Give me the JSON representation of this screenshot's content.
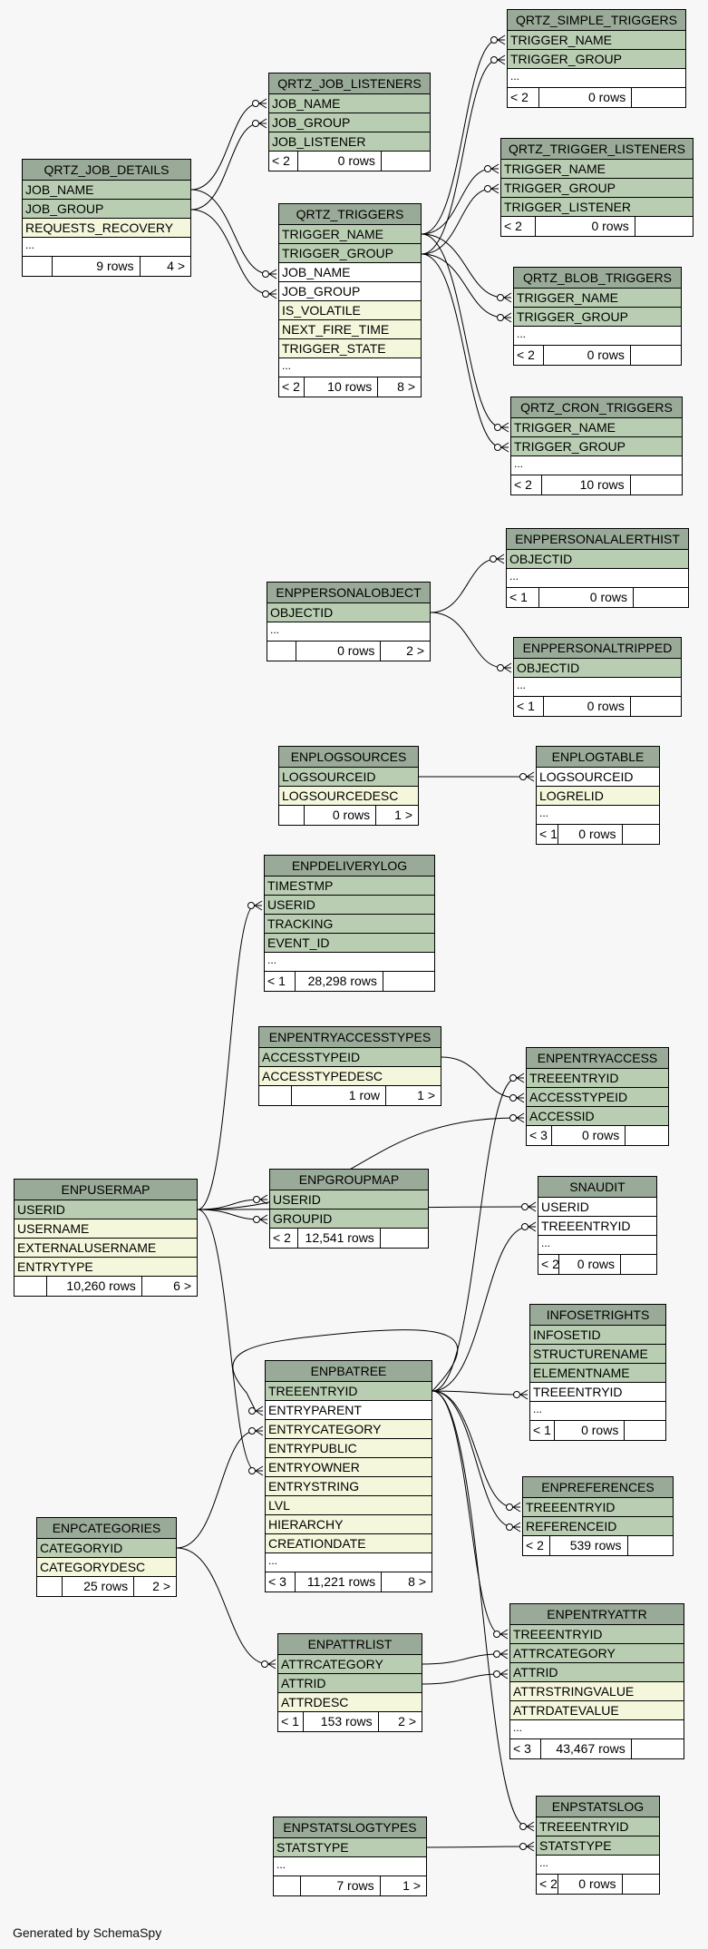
{
  "footer": "Generated by SchemaSpy",
  "colors": {
    "header": "#9aaa98",
    "pk": "#b9cdb2",
    "fk": "#ffffff",
    "plain": "#f4f7dc"
  },
  "tables": [
    {
      "id": "QRTZ_SIMPLE_TRIGGERS",
      "name": "QRTZ_SIMPLE_TRIGGERS",
      "cols": [
        [
          "TRIGGER_NAME",
          "pk"
        ],
        [
          "TRIGGER_GROUP",
          "pk"
        ],
        [
          "...",
          "more"
        ]
      ],
      "parents": "< 2",
      "rows": "0 rows",
      "children": ""
    },
    {
      "id": "QRTZ_JOB_LISTENERS",
      "name": "QRTZ_JOB_LISTENERS",
      "cols": [
        [
          "JOB_NAME",
          "pk"
        ],
        [
          "JOB_GROUP",
          "pk"
        ],
        [
          "JOB_LISTENER",
          "pk"
        ]
      ],
      "parents": "< 2",
      "rows": "0 rows",
      "children": ""
    },
    {
      "id": "QRTZ_JOB_DETAILS",
      "name": "QRTZ_JOB_DETAILS",
      "cols": [
        [
          "JOB_NAME",
          "pk"
        ],
        [
          "JOB_GROUP",
          "pk"
        ],
        [
          "REQUESTS_RECOVERY",
          "plain"
        ],
        [
          "...",
          "more"
        ]
      ],
      "parents": "",
      "rows": "9 rows",
      "children": "4 >"
    },
    {
      "id": "QRTZ_TRIGGER_LISTENERS",
      "name": "QRTZ_TRIGGER_LISTENERS",
      "cols": [
        [
          "TRIGGER_NAME",
          "pk"
        ],
        [
          "TRIGGER_GROUP",
          "pk"
        ],
        [
          "TRIGGER_LISTENER",
          "pk"
        ]
      ],
      "parents": "< 2",
      "rows": "0 rows",
      "children": ""
    },
    {
      "id": "QRTZ_TRIGGERS",
      "name": "QRTZ_TRIGGERS",
      "cols": [
        [
          "TRIGGER_NAME",
          "pk"
        ],
        [
          "TRIGGER_GROUP",
          "pk"
        ],
        [
          "JOB_NAME",
          "fk"
        ],
        [
          "JOB_GROUP",
          "fk"
        ],
        [
          "IS_VOLATILE",
          "plain"
        ],
        [
          "NEXT_FIRE_TIME",
          "plain"
        ],
        [
          "TRIGGER_STATE",
          "plain"
        ],
        [
          "...",
          "more"
        ]
      ],
      "parents": "< 2",
      "rows": "10 rows",
      "children": "8 >"
    },
    {
      "id": "QRTZ_BLOB_TRIGGERS",
      "name": "QRTZ_BLOB_TRIGGERS",
      "cols": [
        [
          "TRIGGER_NAME",
          "pk"
        ],
        [
          "TRIGGER_GROUP",
          "pk"
        ],
        [
          "...",
          "more"
        ]
      ],
      "parents": "< 2",
      "rows": "0 rows",
      "children": ""
    },
    {
      "id": "QRTZ_CRON_TRIGGERS",
      "name": "QRTZ_CRON_TRIGGERS",
      "cols": [
        [
          "TRIGGER_NAME",
          "pk"
        ],
        [
          "TRIGGER_GROUP",
          "pk"
        ],
        [
          "...",
          "more"
        ]
      ],
      "parents": "< 2",
      "rows": "10 rows",
      "children": ""
    },
    {
      "id": "ENPPERSONALALERTHIST",
      "name": "ENPPERSONALALERTHIST",
      "cols": [
        [
          "OBJECTID",
          "pk"
        ],
        [
          "...",
          "more"
        ]
      ],
      "parents": "< 1",
      "rows": "0 rows",
      "children": ""
    },
    {
      "id": "ENPPERSONALOBJECT",
      "name": "ENPPERSONALOBJECT",
      "cols": [
        [
          "OBJECTID",
          "pk"
        ],
        [
          "...",
          "more"
        ]
      ],
      "parents": "",
      "rows": "0 rows",
      "children": "2 >"
    },
    {
      "id": "ENPPERSONALTRIPPED",
      "name": "ENPPERSONALTRIPPED",
      "cols": [
        [
          "OBJECTID",
          "pk"
        ],
        [
          "...",
          "more"
        ]
      ],
      "parents": "< 1",
      "rows": "0 rows",
      "children": ""
    },
    {
      "id": "ENPLOGSOURCES",
      "name": "ENPLOGSOURCES",
      "cols": [
        [
          "LOGSOURCEID",
          "pk"
        ],
        [
          "LOGSOURCEDESC",
          "plain"
        ]
      ],
      "parents": "",
      "rows": "0 rows",
      "children": "1 >"
    },
    {
      "id": "ENPLOGTABLE",
      "name": "ENPLOGTABLE",
      "cols": [
        [
          "LOGSOURCEID",
          "fk"
        ],
        [
          "LOGRELID",
          "plain"
        ],
        [
          "...",
          "more"
        ]
      ],
      "parents": "< 1",
      "rows": "0 rows",
      "children": ""
    },
    {
      "id": "ENPDELIVERYLOG",
      "name": "ENPDELIVERYLOG",
      "cols": [
        [
          "TIMESTMP",
          "pk"
        ],
        [
          "USERID",
          "pk"
        ],
        [
          "TRACKING",
          "pk"
        ],
        [
          "EVENT_ID",
          "pk"
        ],
        [
          "...",
          "more"
        ]
      ],
      "parents": "< 1",
      "rows": "28,298 rows",
      "children": ""
    },
    {
      "id": "ENPENTRYACCESSTYPES",
      "name": "ENPENTRYACCESSTYPES",
      "cols": [
        [
          "ACCESSTYPEID",
          "pk"
        ],
        [
          "ACCESSTYPEDESC",
          "plain"
        ]
      ],
      "parents": "",
      "rows": "1 row",
      "children": "1 >"
    },
    {
      "id": "ENPENTRYACCESS",
      "name": "ENPENTRYACCESS",
      "cols": [
        [
          "TREEENTRYID",
          "pk"
        ],
        [
          "ACCESSTYPEID",
          "pk"
        ],
        [
          "ACCESSID",
          "pk"
        ]
      ],
      "parents": "< 3",
      "rows": "0 rows",
      "children": ""
    },
    {
      "id": "ENPUSERMAP",
      "name": "ENPUSERMAP",
      "cols": [
        [
          "USERID",
          "pk"
        ],
        [
          "USERNAME",
          "plain"
        ],
        [
          "EXTERNALUSERNAME",
          "plain"
        ],
        [
          "ENTRYTYPE",
          "plain"
        ]
      ],
      "parents": "",
      "rows": "10,260 rows",
      "children": "6 >"
    },
    {
      "id": "ENPGROUPMAP",
      "name": "ENPGROUPMAP",
      "cols": [
        [
          "USERID",
          "pk"
        ],
        [
          "GROUPID",
          "pk"
        ]
      ],
      "parents": "< 2",
      "rows": "12,541 rows",
      "children": ""
    },
    {
      "id": "SNAUDIT",
      "name": "SNAUDIT",
      "cols": [
        [
          "USERID",
          "fk"
        ],
        [
          "TREEENTRYID",
          "fk"
        ],
        [
          "...",
          "more"
        ]
      ],
      "parents": "< 2",
      "rows": "0 rows",
      "children": ""
    },
    {
      "id": "INFOSETRIGHTS",
      "name": "INFOSETRIGHTS",
      "cols": [
        [
          "INFOSETID",
          "pk"
        ],
        [
          "STRUCTURENAME",
          "pk"
        ],
        [
          "ELEMENTNAME",
          "pk"
        ],
        [
          "TREEENTRYID",
          "fk"
        ],
        [
          "...",
          "more"
        ]
      ],
      "parents": "< 1",
      "rows": "0 rows",
      "children": ""
    },
    {
      "id": "ENPBATREE",
      "name": "ENPBATREE",
      "cols": [
        [
          "TREEENTRYID",
          "pk"
        ],
        [
          "ENTRYPARENT",
          "fk"
        ],
        [
          "ENTRYCATEGORY",
          "plain"
        ],
        [
          "ENTRYPUBLIC",
          "plain"
        ],
        [
          "ENTRYOWNER",
          "plain"
        ],
        [
          "ENTRYSTRING",
          "plain"
        ],
        [
          "LVL",
          "plain"
        ],
        [
          "HIERARCHY",
          "plain"
        ],
        [
          "CREATIONDATE",
          "plain"
        ],
        [
          "...",
          "more"
        ]
      ],
      "parents": "< 3",
      "rows": "11,221 rows",
      "children": "8 >"
    },
    {
      "id": "ENPREFERENCES",
      "name": "ENPREFERENCES",
      "cols": [
        [
          "TREEENTRYID",
          "pk"
        ],
        [
          "REFERENCEID",
          "pk"
        ]
      ],
      "parents": "< 2",
      "rows": "539 rows",
      "children": ""
    },
    {
      "id": "ENPCATEGORIES",
      "name": "ENPCATEGORIES",
      "cols": [
        [
          "CATEGORYID",
          "pk"
        ],
        [
          "CATEGORYDESC",
          "plain"
        ]
      ],
      "parents": "",
      "rows": "25 rows",
      "children": "2 >"
    },
    {
      "id": "ENPATTRLIST",
      "name": "ENPATTRLIST",
      "cols": [
        [
          "ATTRCATEGORY",
          "pk"
        ],
        [
          "ATTRID",
          "pk"
        ],
        [
          "ATTRDESC",
          "plain"
        ]
      ],
      "parents": "< 1",
      "rows": "153 rows",
      "children": "2 >"
    },
    {
      "id": "ENPENTRYATTR",
      "name": "ENPENTRYATTR",
      "cols": [
        [
          "TREEENTRYID",
          "pk"
        ],
        [
          "ATTRCATEGORY",
          "pk"
        ],
        [
          "ATTRID",
          "pk"
        ],
        [
          "ATTRSTRINGVALUE",
          "plain"
        ],
        [
          "ATTRDATEVALUE",
          "plain"
        ],
        [
          "...",
          "more"
        ]
      ],
      "parents": "< 3",
      "rows": "43,467 rows",
      "children": ""
    },
    {
      "id": "ENPSTATSLOGTYPES",
      "name": "ENPSTATSLOGTYPES",
      "cols": [
        [
          "STATSTYPE",
          "pk"
        ],
        [
          "...",
          "more"
        ]
      ],
      "parents": "",
      "rows": "7 rows",
      "children": "1 >"
    },
    {
      "id": "ENPSTATSLOG",
      "name": "ENPSTATSLOG",
      "cols": [
        [
          "TREEENTRYID",
          "pk"
        ],
        [
          "STATSTYPE",
          "pk"
        ],
        [
          "...",
          "more"
        ]
      ],
      "parents": "< 2",
      "rows": "0 rows",
      "children": ""
    }
  ],
  "relationships": [
    [
      "QRTZ_JOB_DETAILS",
      0,
      "QRTZ_JOB_LISTENERS",
      0
    ],
    [
      "QRTZ_JOB_DETAILS",
      1,
      "QRTZ_JOB_LISTENERS",
      1
    ],
    [
      "QRTZ_JOB_DETAILS",
      0,
      "QRTZ_TRIGGERS",
      2
    ],
    [
      "QRTZ_JOB_DETAILS",
      1,
      "QRTZ_TRIGGERS",
      3
    ],
    [
      "QRTZ_TRIGGERS",
      0,
      "QRTZ_SIMPLE_TRIGGERS",
      0
    ],
    [
      "QRTZ_TRIGGERS",
      1,
      "QRTZ_SIMPLE_TRIGGERS",
      1
    ],
    [
      "QRTZ_TRIGGERS",
      0,
      "QRTZ_TRIGGER_LISTENERS",
      0
    ],
    [
      "QRTZ_TRIGGERS",
      1,
      "QRTZ_TRIGGER_LISTENERS",
      1
    ],
    [
      "QRTZ_TRIGGERS",
      0,
      "QRTZ_BLOB_TRIGGERS",
      0
    ],
    [
      "QRTZ_TRIGGERS",
      1,
      "QRTZ_BLOB_TRIGGERS",
      1
    ],
    [
      "QRTZ_TRIGGERS",
      0,
      "QRTZ_CRON_TRIGGERS",
      0
    ],
    [
      "QRTZ_TRIGGERS",
      1,
      "QRTZ_CRON_TRIGGERS",
      1
    ],
    [
      "ENPPERSONALOBJECT",
      0,
      "ENPPERSONALALERTHIST",
      0
    ],
    [
      "ENPPERSONALOBJECT",
      0,
      "ENPPERSONALTRIPPED",
      0
    ],
    [
      "ENPLOGSOURCES",
      0,
      "ENPLOGTABLE",
      0
    ],
    [
      "ENPUSERMAP",
      0,
      "ENPDELIVERYLOG",
      1
    ],
    [
      "ENPUSERMAP",
      0,
      "ENPGROUPMAP",
      0
    ],
    [
      "ENPUSERMAP",
      0,
      "ENPGROUPMAP",
      1
    ],
    [
      "ENPUSERMAP",
      0,
      "ENPENTRYACCESS",
      2
    ],
    [
      "ENPUSERMAP",
      0,
      "SNAUDIT",
      0
    ],
    [
      "ENPUSERMAP",
      0,
      "ENPBATREE",
      4
    ],
    [
      "ENPENTRYACCESSTYPES",
      0,
      "ENPENTRYACCESS",
      1
    ],
    [
      "ENPBATREE",
      0,
      "ENPENTRYACCESS",
      0
    ],
    [
      "ENPBATREE",
      0,
      "SNAUDIT",
      1
    ],
    [
      "ENPBATREE",
      0,
      "INFOSETRIGHTS",
      3
    ],
    [
      "ENPBATREE",
      0,
      "ENPREFERENCES",
      0
    ],
    [
      "ENPBATREE",
      0,
      "ENPREFERENCES",
      1
    ],
    [
      "ENPBATREE",
      0,
      "ENPENTRYATTR",
      0
    ],
    [
      "ENPBATREE",
      0,
      "ENPSTATSLOG",
      0
    ],
    [
      "ENPBATREE",
      0,
      "ENPBATREE",
      1
    ],
    [
      "ENPCATEGORIES",
      0,
      "ENPBATREE",
      2
    ],
    [
      "ENPCATEGORIES",
      0,
      "ENPATTRLIST",
      0
    ],
    [
      "ENPATTRLIST",
      0,
      "ENPENTRYATTR",
      1
    ],
    [
      "ENPATTRLIST",
      1,
      "ENPENTRYATTR",
      2
    ],
    [
      "ENPSTATSLOGTYPES",
      0,
      "ENPSTATSLOG",
      1
    ]
  ]
}
